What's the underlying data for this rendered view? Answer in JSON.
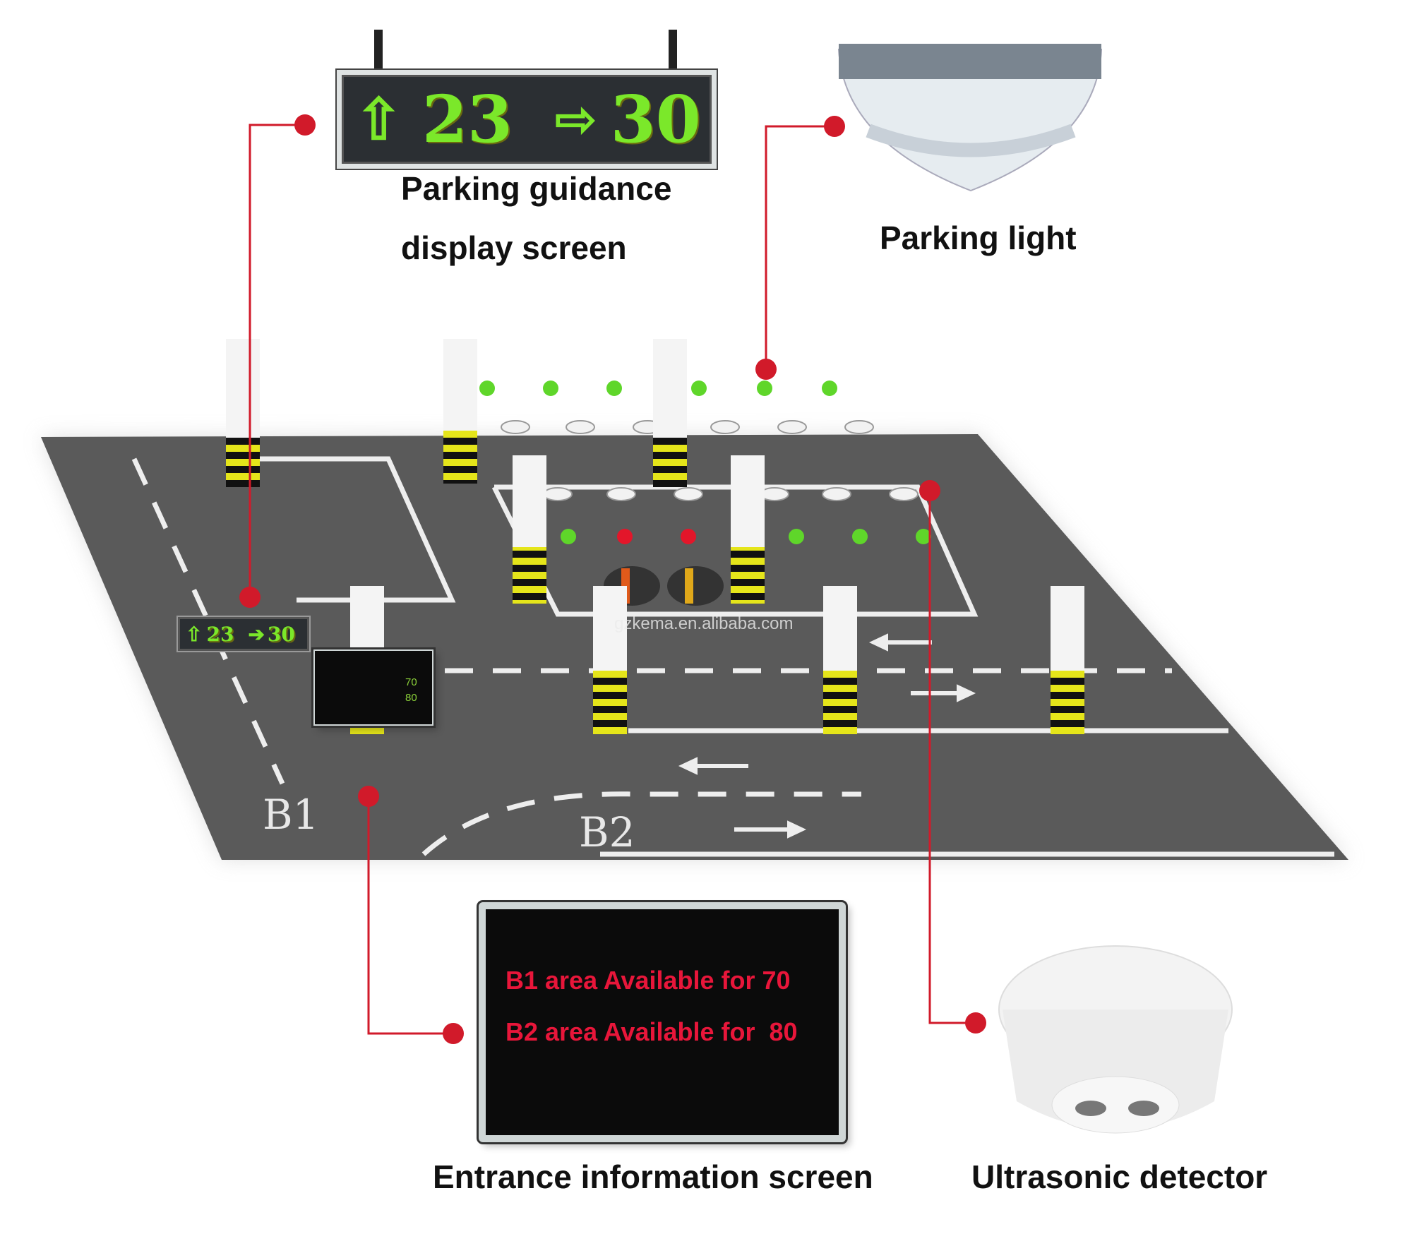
{
  "colors": {
    "callout_line": "#d11a2a",
    "led_green": "#7be82a",
    "led_red": "#e8163a",
    "floor": "#5a5a5a"
  },
  "guidance_screen": {
    "left_arrow_icon": "up-arrow-icon",
    "left_count": "23",
    "right_arrow_icon": "right-arrow-icon",
    "right_count": "30"
  },
  "labels": {
    "guidance_screen": [
      "Parking guidance",
      "display screen"
    ],
    "parking_light": "Parking light",
    "entrance_screen": "Entrance information screen",
    "ultrasonic_detector": "Ultrasonic detector"
  },
  "entrance_screen": {
    "lines": [
      "B1 area Available for 70",
      "B2 area Available for  80"
    ],
    "b1_count": "70",
    "b2_count": "80"
  },
  "floor": {
    "zone_labels": [
      "B1",
      "B2"
    ],
    "watermark": "gzkema.en.alibaba.com"
  }
}
